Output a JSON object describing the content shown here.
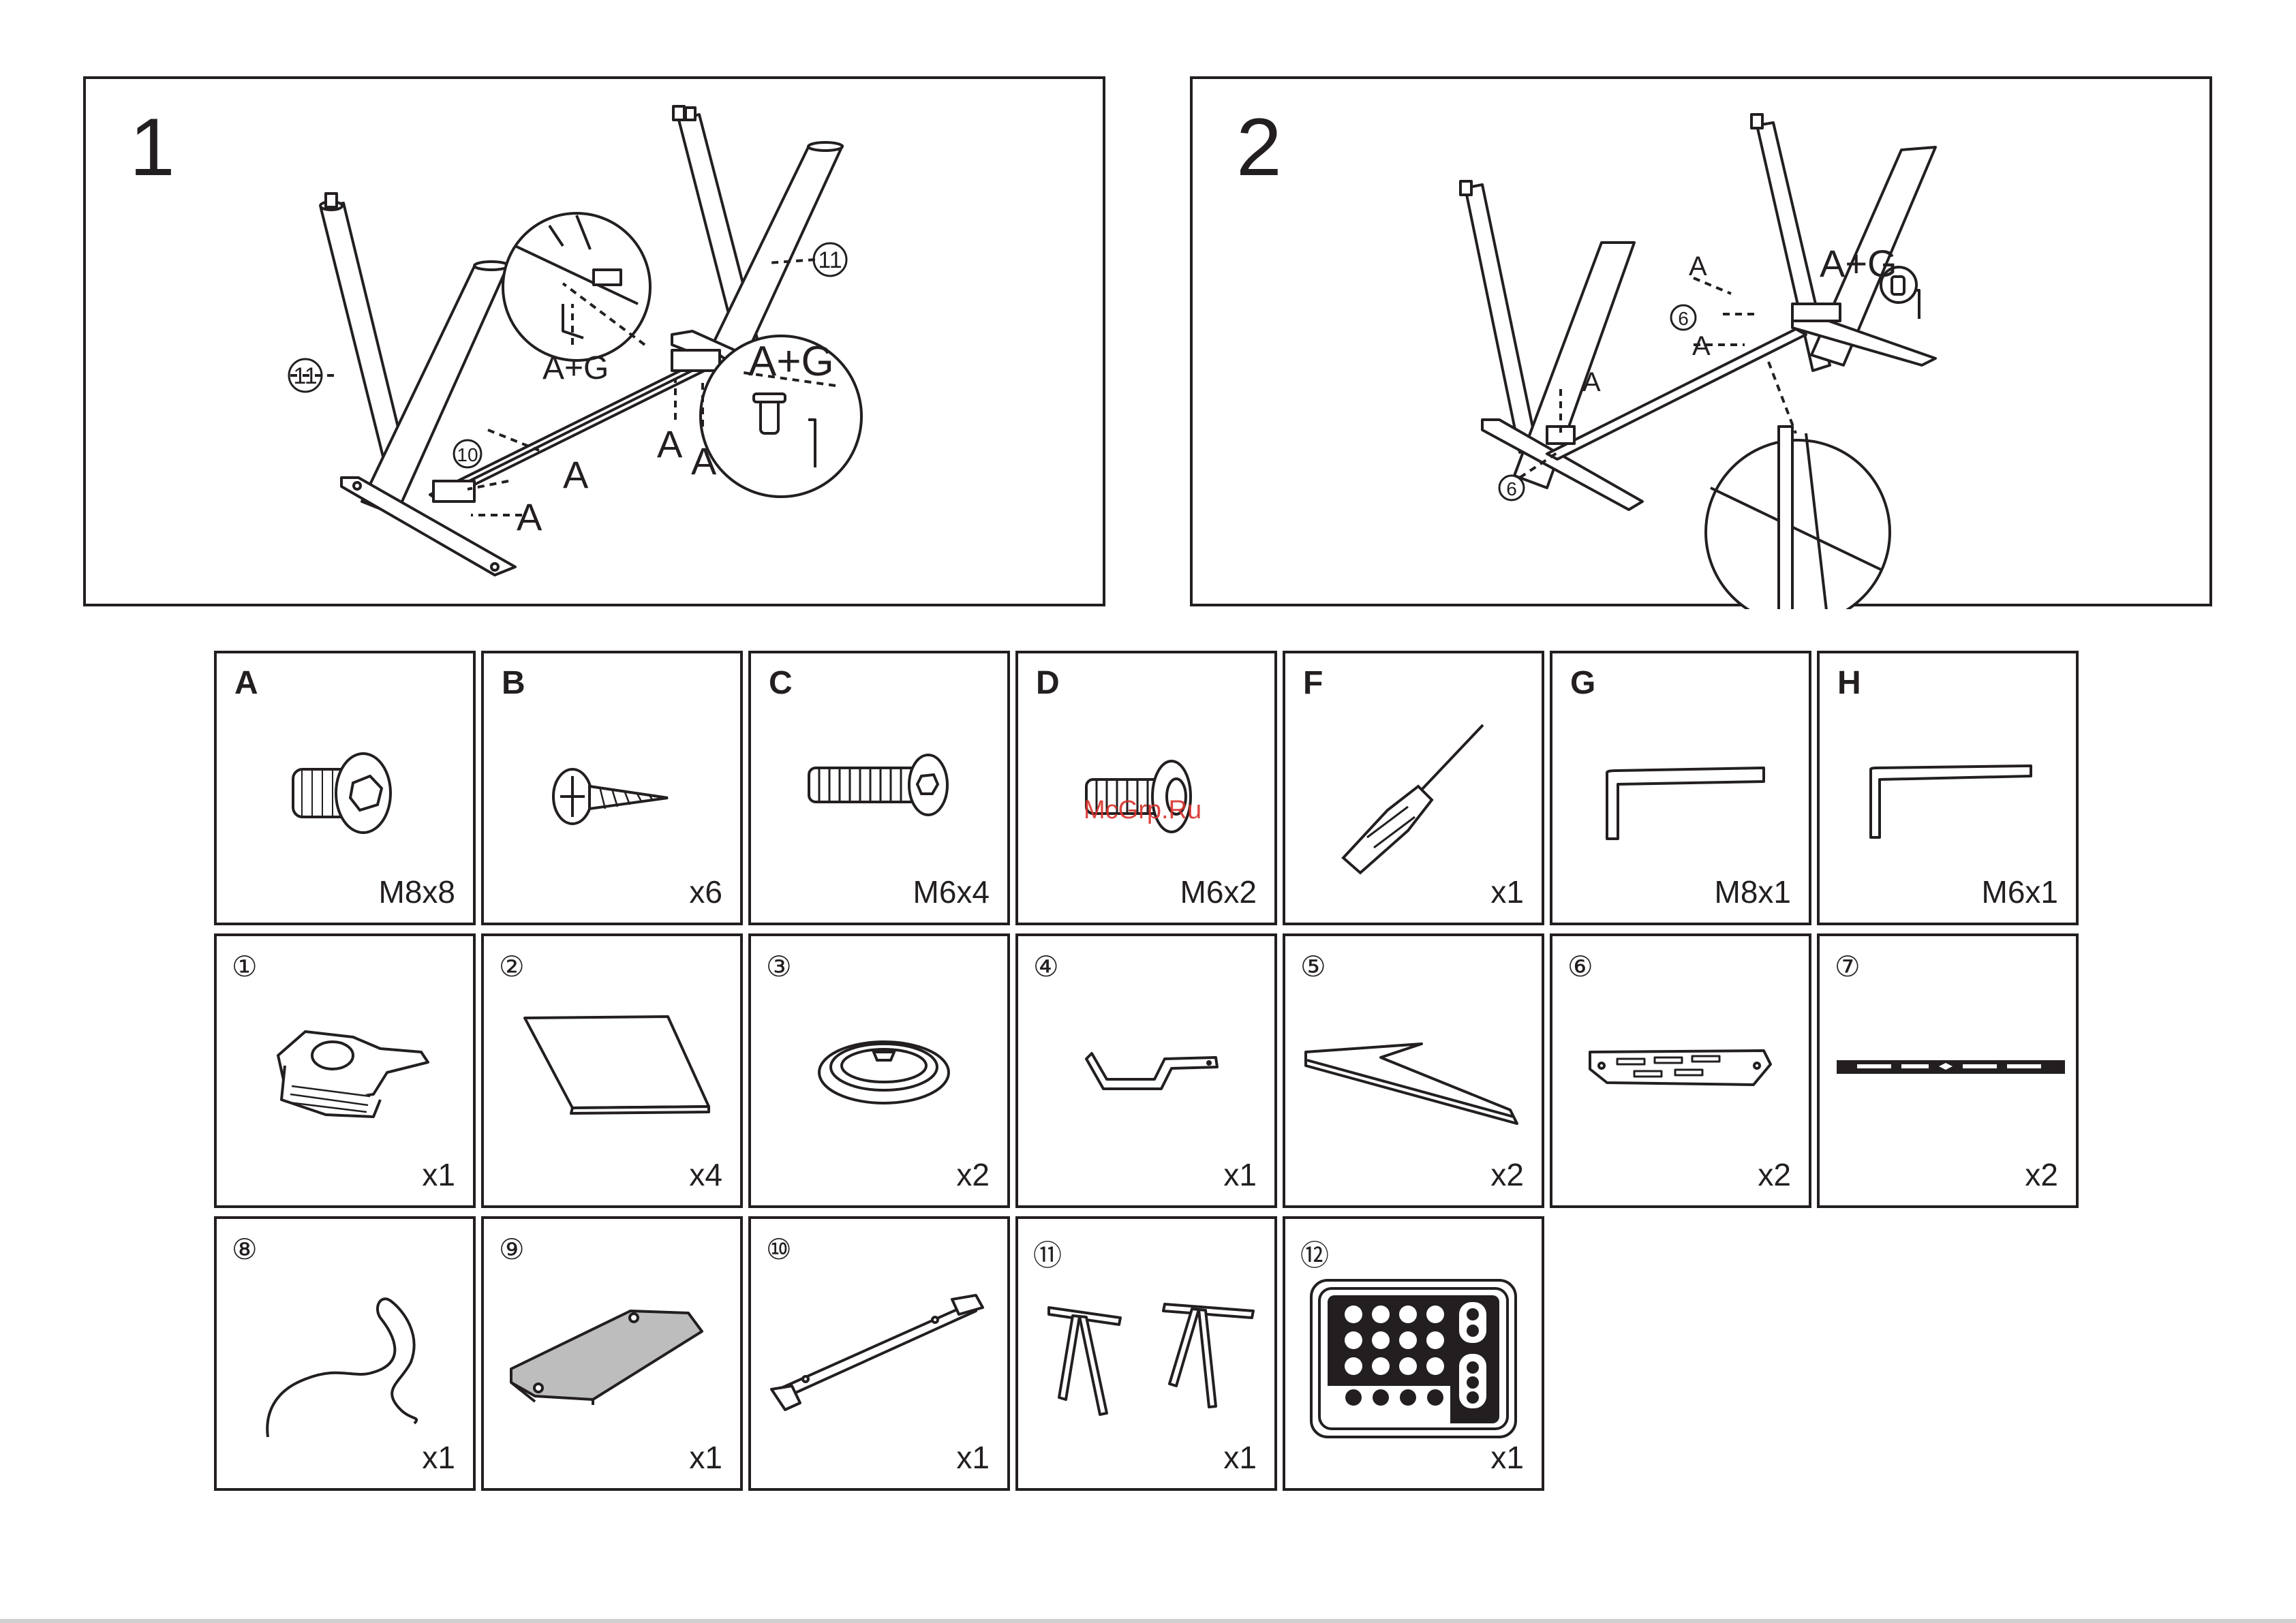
{
  "steps": [
    {
      "number": "1",
      "callouts": [
        "11",
        "11",
        "10",
        "A+G",
        "A+G",
        "A",
        "A",
        "A",
        "A"
      ]
    },
    {
      "number": "2",
      "callouts": [
        "A+G",
        "A",
        "6",
        "A",
        "A",
        "6"
      ]
    }
  ],
  "hardware": [
    {
      "letter": "A",
      "qty": "M8x8",
      "icon": "hex-bolt-icon"
    },
    {
      "letter": "B",
      "qty": "x6",
      "icon": "wood-screw-icon"
    },
    {
      "letter": "C",
      "qty": "M6x4",
      "icon": "long-bolt-icon"
    },
    {
      "letter": "D",
      "qty": "M6x2",
      "icon": "short-bolt-icon"
    },
    {
      "letter": "F",
      "qty": "x1",
      "icon": "screwdriver-icon"
    },
    {
      "letter": "G",
      "qty": "M8x1",
      "icon": "allen-key-icon"
    },
    {
      "letter": "H",
      "qty": "M6x1",
      "icon": "allen-key-small-icon"
    }
  ],
  "parts": [
    {
      "num": "①",
      "qty": "x1",
      "icon": "bracket-assembly-icon"
    },
    {
      "num": "②",
      "qty": "x4",
      "icon": "panel-icon"
    },
    {
      "num": "③",
      "qty": "x2",
      "icon": "grommet-icon"
    },
    {
      "num": "④",
      "qty": "x1",
      "icon": "hook-icon"
    },
    {
      "num": "⑤",
      "qty": "x2",
      "icon": "side-rail-icon"
    },
    {
      "num": "⑥",
      "qty": "x2",
      "icon": "mounting-plate-icon"
    },
    {
      "num": "⑦",
      "qty": "x2",
      "icon": "led-strip-icon"
    },
    {
      "num": "⑧",
      "qty": "x1",
      "icon": "cable-icon"
    },
    {
      "num": "⑨",
      "qty": "x1",
      "icon": "desktop-board-icon"
    },
    {
      "num": "⑩",
      "qty": "x1",
      "icon": "crossbar-icon"
    },
    {
      "num": "⑪",
      "qty": "x1",
      "icon": "leg-frames-icon"
    },
    {
      "num": "⑫",
      "qty": "x1",
      "icon": "controller-pad-icon"
    }
  ],
  "watermark": "McGrp.Ru"
}
